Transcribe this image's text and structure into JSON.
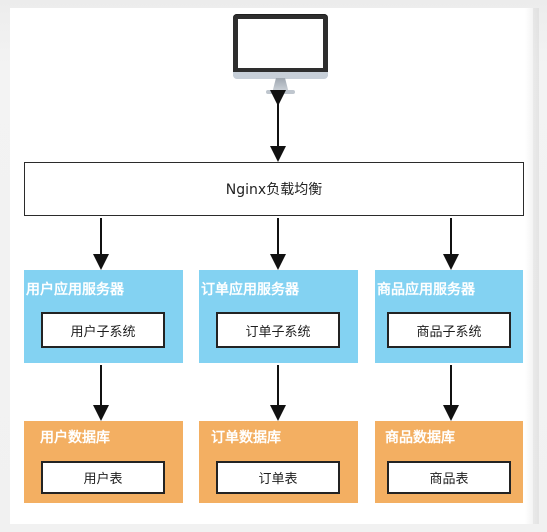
{
  "load_balancer": {
    "label": "Nginx负载均衡"
  },
  "app_servers": [
    {
      "title": "用户应用服务器",
      "subsystem": "用户子系统"
    },
    {
      "title": "订单应用服务器",
      "subsystem": "订单子系统"
    },
    {
      "title": "商品应用服务器",
      "subsystem": "商品子系统"
    }
  ],
  "databases": [
    {
      "title": "用户数据库",
      "table": "用户表"
    },
    {
      "title": "订单数据库",
      "table": "订单表"
    },
    {
      "title": "商品数据库",
      "table": "商品表"
    }
  ],
  "colors": {
    "server_panel": "#83d2f2",
    "database_panel": "#f3af62",
    "outline": "#232323",
    "background": "#ffffff"
  }
}
